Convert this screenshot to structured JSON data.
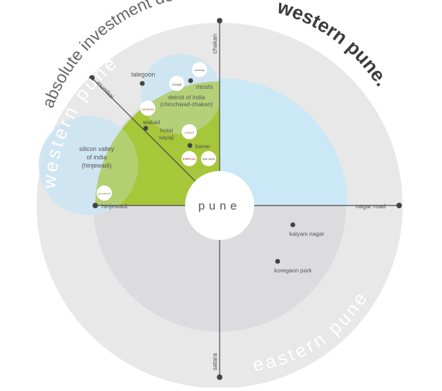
{
  "heading": {
    "tagline": "absolute investment destination.",
    "brand": "western pune."
  },
  "zones": {
    "western": "western pune",
    "eastern": "eastern pune"
  },
  "center": {
    "label": "pune"
  },
  "roads": {
    "north": "chakan",
    "northwest": "mumbai",
    "west": "hinjewadi",
    "east": "nagar road",
    "south": "satara"
  },
  "places": {
    "talegoon": "talegoon",
    "moshi": "moshi",
    "detroit_1": "detroit of india",
    "detroit_2": "(chinchwad-chakan)",
    "wakad": "wakad",
    "hotel_1": "hotel",
    "hotel_2": "sayaji",
    "baner": "baner",
    "silicon_1": "silicon valley",
    "silicon_2": "of india",
    "silicon_3": "(hinjewadi)",
    "kalyani": "kalyani nagar",
    "koregaon": "koregaon park"
  },
  "logos": {
    "voyage": "voyage",
    "bluetulip": "bluetulip",
    "amanora": "amanora",
    "marvel": "marvel",
    "emrald": "EMRALD",
    "onewest": "one west",
    "goodearth": "goodearth"
  },
  "colors": {
    "outer_ring": "#e8e8e9",
    "inner_disc": "#dcdcde",
    "green_quadrant": "#a7c73a",
    "light_blue": "#cfe5f2",
    "sky_blue": "#cbe8f6",
    "road_line": "#444444",
    "heading_text": "#555555",
    "brand_text": "#3c3c3c",
    "white": "#ffffff"
  }
}
